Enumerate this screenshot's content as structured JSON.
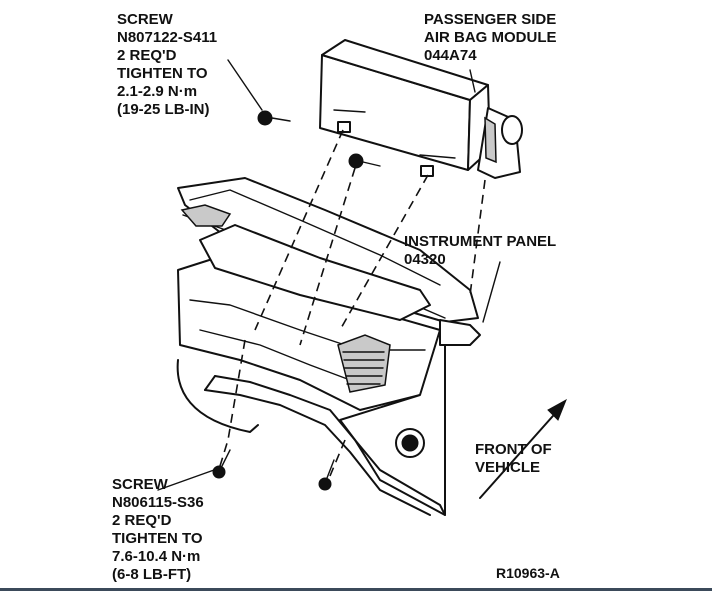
{
  "screw_top": {
    "lines": [
      "SCREW",
      "N807122-S411",
      "2 REQ'D",
      "TIGHTEN TO",
      "2.1-2.9 N·m",
      "(19-25 LB-IN)"
    ]
  },
  "airbag": {
    "lines": [
      "PASSENGER SIDE",
      "AIR BAG MODULE",
      "044A74"
    ]
  },
  "panel": {
    "lines": [
      "INSTRUMENT PANEL",
      "04320"
    ]
  },
  "screw_bottom": {
    "lines": [
      "SCREW",
      "N806115-S36",
      "2 REQ'D",
      "TIGHTEN TO",
      "7.6-10.4 N·m",
      "(6-8 LB-FT)"
    ]
  },
  "front": {
    "lines": [
      "FRONT OF",
      "VEHICLE"
    ]
  },
  "figure_id": "R10963-A"
}
